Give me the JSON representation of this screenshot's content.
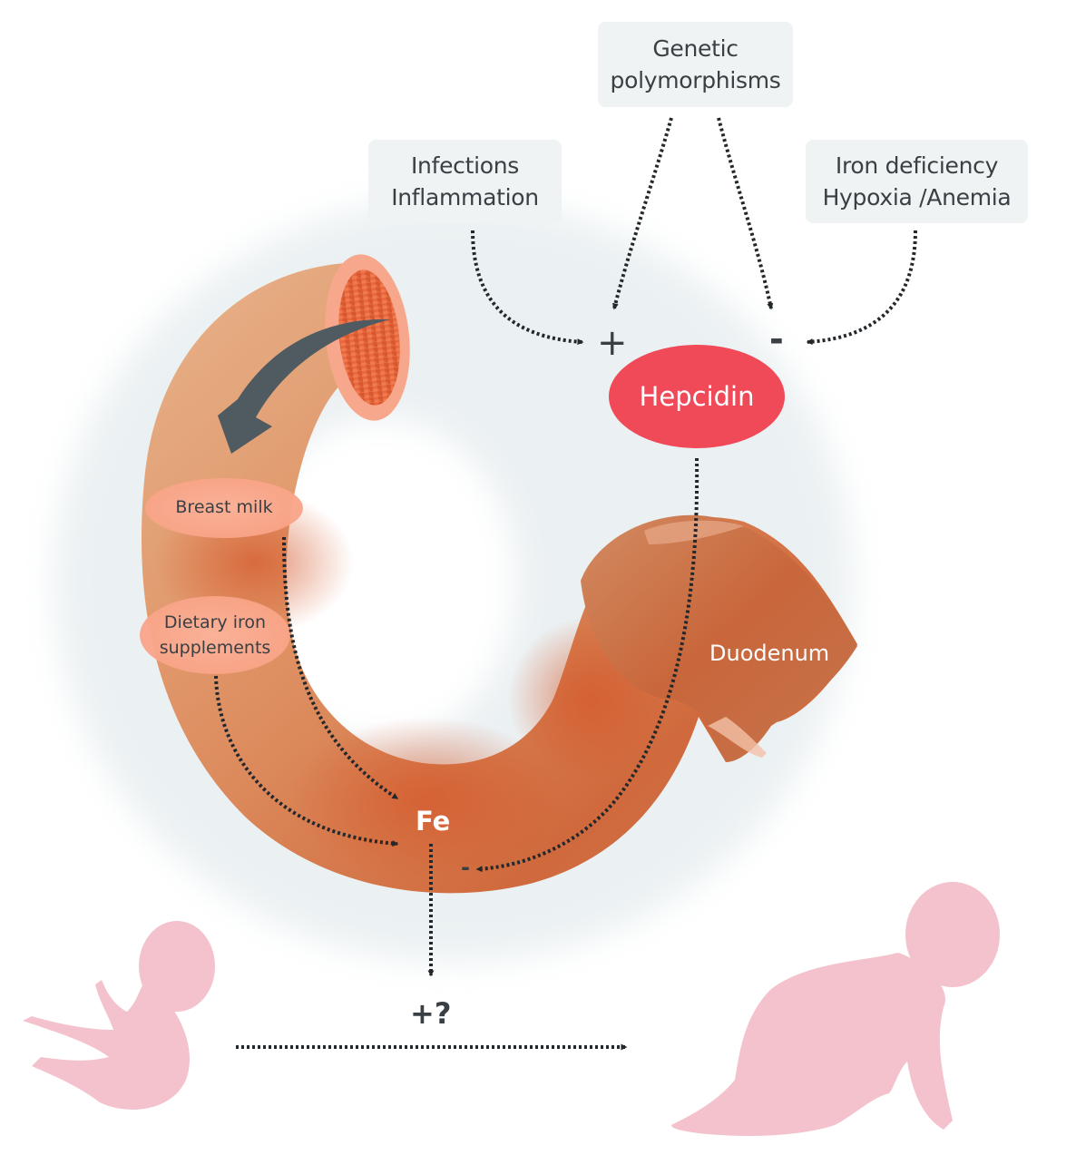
{
  "diagram": {
    "factor_boxes": {
      "genetic": {
        "lines": [
          "Genetic",
          "polymorphisms"
        ]
      },
      "infections": {
        "lines": [
          "Infections",
          "Inflammation"
        ]
      },
      "iron_deficiency": {
        "lines": [
          "Iron deficiency",
          "Hypoxia /Anemia"
        ]
      }
    },
    "signs": {
      "plus": "+",
      "minus": "-",
      "fe_minus": "-",
      "outcome": "+?"
    },
    "hepcidin": {
      "label": "Hepcidin",
      "color": "#f04a59"
    },
    "intestine": {
      "duodenum_label": "Duodenum",
      "fe_label": "Fe",
      "sources": [
        {
          "lines": [
            "Breast milk"
          ]
        },
        {
          "lines": [
            "Dietary iron",
            "supplements"
          ]
        }
      ],
      "colors": {
        "tube": "#d98a5c",
        "tube_dark": "#c25a2e",
        "lumen": "#e8663f",
        "rim": "#f7a78c"
      }
    },
    "figures": {
      "fetus": "fetus-silhouette",
      "infant": "crawling-infant-silhouette",
      "color": "#f4c2cd"
    },
    "arrow_color": "#23282c"
  }
}
